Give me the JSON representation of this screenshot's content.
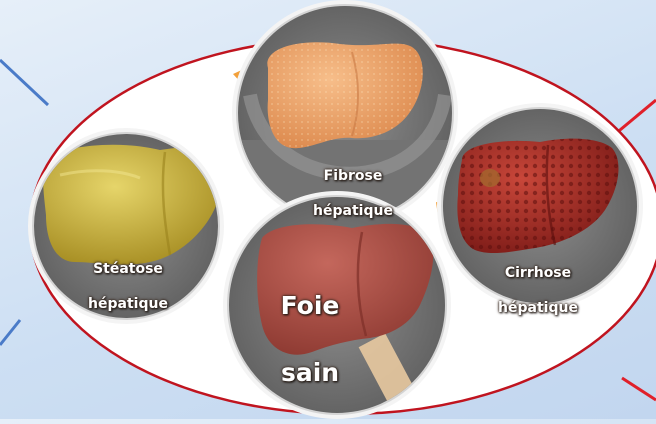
{
  "colors": {
    "background": "#d6e4f4",
    "oval_border": "#c0141f",
    "connector_blue": "#4a7bc8",
    "connector_red": "#e0202a",
    "ring": "#cfcfcf",
    "steatosis": "#c9b23e",
    "fibrosis": "#f0a26a",
    "cirrhosis": "#a8302a",
    "healthy": "#b4534a"
  },
  "diagram": {
    "stages": [
      {
        "id": "steatose",
        "label_line1": "Stéatose",
        "label_line2": "hépatique"
      },
      {
        "id": "fibrose",
        "label_line1": "Fibrose",
        "label_line2": "hépatique"
      },
      {
        "id": "cirrhose",
        "label_line1": "Cirrhose",
        "label_line2": "hépatique"
      },
      {
        "id": "sain",
        "label_line1": "Foie",
        "label_line2": "sain"
      }
    ]
  }
}
